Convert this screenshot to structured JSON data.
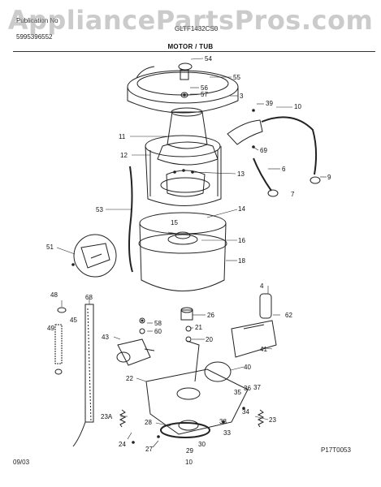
{
  "watermark": "AppliancePartsPros.com",
  "header": {
    "left_top": "Publication No",
    "left_bottom": "5995396552",
    "center_model": "GLTF1432CS0"
  },
  "section_title": "MOTOR / TUB",
  "callouts": [
    "54",
    "55",
    "56",
    "57",
    "3",
    "39",
    "10",
    "11",
    "69",
    "12",
    "13",
    "6",
    "7",
    "9",
    "53",
    "14",
    "15",
    "16",
    "51",
    "18",
    "4",
    "48",
    "68",
    "62",
    "49",
    "45",
    "26",
    "58",
    "60",
    "21",
    "20",
    "43",
    "41",
    "40",
    "22",
    "35",
    "36",
    "37",
    "23A",
    "34",
    "38",
    "23",
    "28",
    "24",
    "27",
    "29",
    "30",
    "33"
  ],
  "footer": {
    "date": "09/03",
    "page": "10",
    "figure_code": "P17T0053"
  },
  "colors": {
    "line": "#222222",
    "watermark": "#a0a0a0"
  }
}
